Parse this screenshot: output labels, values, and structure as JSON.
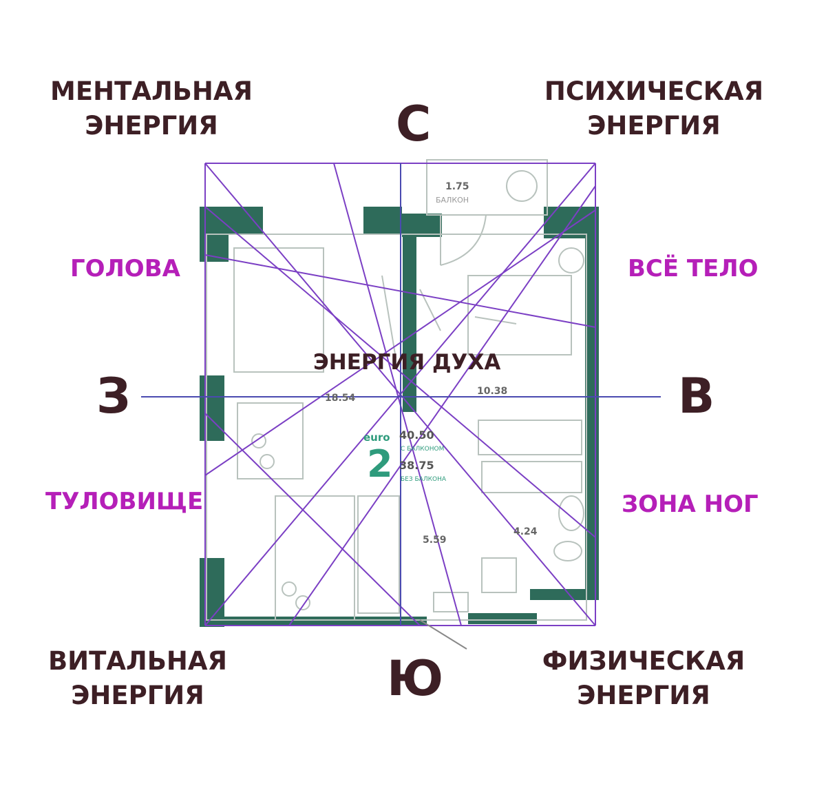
{
  "zones": {
    "top_left": [
      "МЕНТАЛЬНАЯ",
      "ЭНЕРГИЯ"
    ],
    "top_right": [
      "ПСИХИЧЕСКАЯ",
      "ЭНЕРГИЯ"
    ],
    "bottom_left": [
      "ВИТАЛЬНАЯ",
      "ЭНЕРГИЯ"
    ],
    "bottom_right": [
      "ФИЗИЧЕСКАЯ",
      "ЭНЕРГИЯ"
    ],
    "center": "ЭНЕРГИЯ ДУХА"
  },
  "directions": {
    "north": "С",
    "south": "Ю",
    "west": "З",
    "east": "В"
  },
  "body_parts": {
    "head": "ГОЛОВА",
    "whole_body": "ВСЁ ТЕЛО",
    "torso": "ТУЛОВИЩЕ",
    "legs": "ЗОНА НОГ"
  },
  "floorplan": {
    "balcony_area": "1.75",
    "balcony_label": "БАЛКОН",
    "living_area": "18.54",
    "bedroom_area": "10.38",
    "hall_area": "5.59",
    "bath_area": "4.24",
    "euro_label": "euro",
    "rooms": "2",
    "total_with_balcony": "40.50",
    "with_balcony_label": "С БАЛКОНОМ",
    "total_without_balcony": "38.75",
    "without_balcony_label": "БЕЗ БАЛКОНА"
  },
  "colors": {
    "text_dark": "#3d1f25",
    "body_magenta": "#b51fb8",
    "wall_green": "#2e6b5a",
    "grid_purple": "#7b3fc4",
    "axis_blue": "#4a4ab0"
  }
}
